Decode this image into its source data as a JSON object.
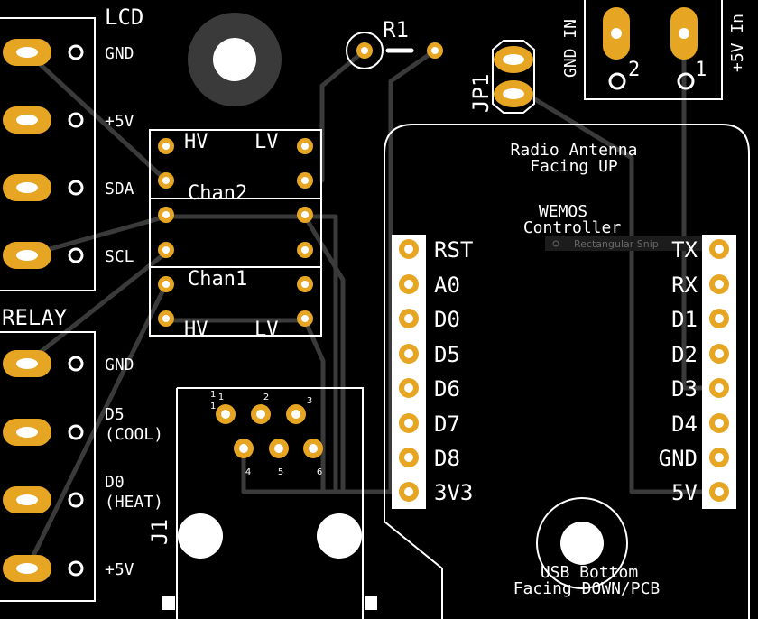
{
  "colors": {
    "board": "#000000",
    "silk": "#ffffff",
    "gold": "#e6a624",
    "trace": "#3a3a3a",
    "snip_box": "#1c1c1c"
  },
  "lcd": {
    "title": "LCD",
    "pins": [
      "GND",
      "+5V",
      "SDA",
      "SCL"
    ]
  },
  "relay": {
    "title": "RELAY",
    "pins": [
      {
        "line1": "GND",
        "line2": ""
      },
      {
        "line1": "D5",
        "line2": "(COOL)"
      },
      {
        "line1": "D0",
        "line2": "(HEAT)"
      },
      {
        "line1": "+5V",
        "line2": ""
      }
    ]
  },
  "r1": {
    "label": "R1"
  },
  "jp1": {
    "label": "JP1"
  },
  "power": {
    "gnd_label": "GND IN",
    "v_label": "+5V In",
    "pin2": "2",
    "pin1": "1"
  },
  "level_shifter": {
    "chan2": "Chan2",
    "chan1": "Chan1",
    "hv": "HV",
    "lv": "LV"
  },
  "wemos": {
    "antenna_line1": "Radio Antenna",
    "antenna_line2": "Facing UP",
    "title_line1": "WEMOS",
    "title_line2": "Controller",
    "snip_label": "Rectangular Snip",
    "left_pins": [
      "RST",
      "A0",
      "D0",
      "D5",
      "D6",
      "D7",
      "D8",
      "3V3"
    ],
    "right_pins": [
      "TX",
      "RX",
      "D1",
      "D2",
      "D3",
      "D4",
      "GND",
      "5V"
    ],
    "usb_line1": "USB Bottom",
    "usb_line2": "Facing DOWN/PCB"
  },
  "j1": {
    "label": "J1",
    "pin_numbers": [
      "1",
      "2",
      "3",
      "4",
      "5",
      "6"
    ],
    "corner_mark": "1"
  }
}
